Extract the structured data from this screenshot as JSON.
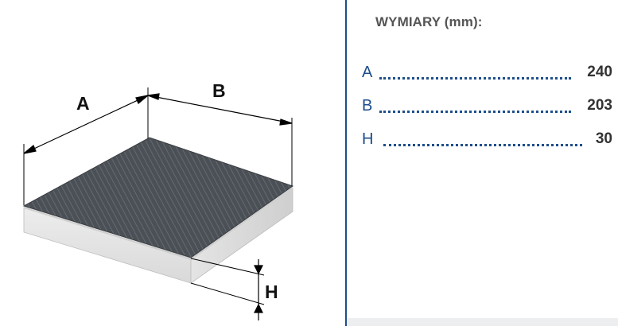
{
  "drawing": {
    "label_a": "A",
    "label_b": "B",
    "label_h": "H"
  },
  "specs": {
    "title": "WYMIARY (mm):",
    "rows": [
      {
        "letter": "A",
        "value": "240"
      },
      {
        "letter": "B",
        "value": "203"
      },
      {
        "letter": "H",
        "value": "30"
      }
    ]
  },
  "colors": {
    "accent": "#1d4e8c",
    "title": "#555555",
    "value": "#333333",
    "filter_media": "#4a4e53",
    "frame": "#e6e6e6"
  }
}
